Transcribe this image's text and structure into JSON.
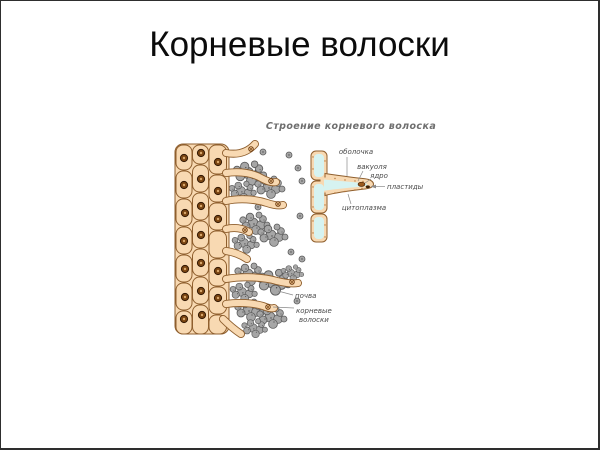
{
  "slide": {
    "title": "Корневые волоски",
    "background": "#ffffff",
    "border_color": "#2e2e2e"
  },
  "diagram": {
    "subtitle": "Строение корневого волоска",
    "closeup": {
      "label_membrane": "оболочка",
      "label_vacuole": "вакуоля",
      "label_nucleus": "ядро",
      "label_plastids": "пластиды",
      "label_cytoplasm": "цитоплазма"
    },
    "tissue": {
      "label_soil": "почва",
      "label_root_hairs_line1": "корневые",
      "label_root_hairs_line2": "волоски"
    },
    "colors": {
      "cell_fill": "#f8d9b2",
      "cell_outline": "#8f5f2e",
      "nucleus_fill": "#7a4512",
      "vacuole_fill": "#d6f3f1",
      "soil_fill": "#a6a6a6",
      "label_text": "#4a4a4a",
      "subtitle_text": "#6e6e6e"
    }
  }
}
